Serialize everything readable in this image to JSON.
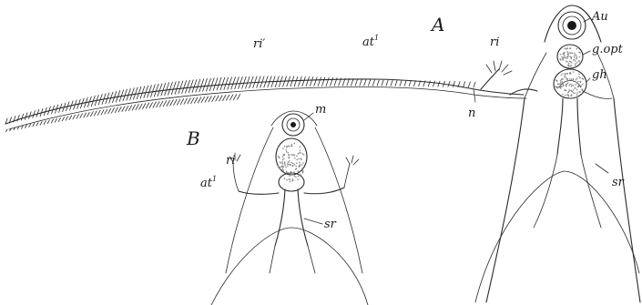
{
  "figure": {
    "panels": [
      {
        "id": "A",
        "label": "A"
      },
      {
        "id": "B",
        "label": "B"
      }
    ],
    "labels_A": {
      "ri_prime": "ri′",
      "at1_main": "at",
      "at1_sup": "1",
      "ri": "ri",
      "n": "n",
      "Au": "Au",
      "g_opt": "g.opt",
      "gh": "gh",
      "sr": "sr"
    },
    "labels_B": {
      "m": "m",
      "ri": "ri",
      "at1_main": "at",
      "at1_sup": "1",
      "sr": "sr"
    },
    "colors": {
      "ink": "#2a2a2a",
      "background": "#ffffff"
    }
  }
}
